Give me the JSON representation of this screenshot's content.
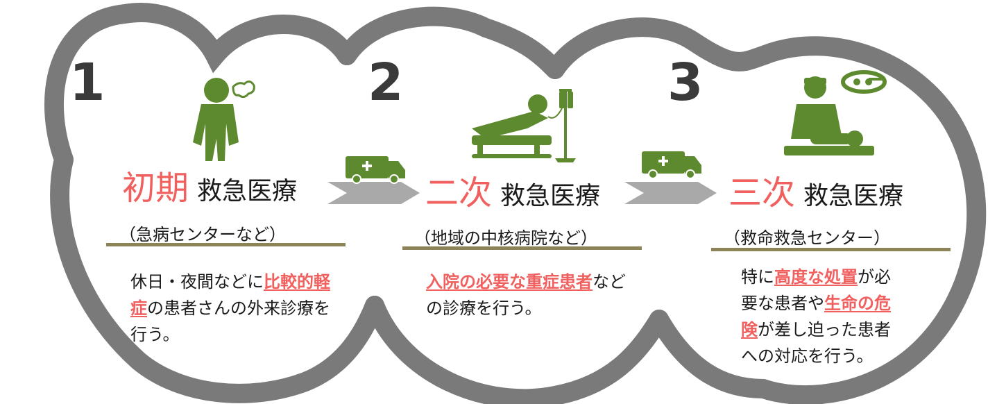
{
  "stages": [
    {
      "number": "1",
      "title_lead": "初期",
      "title_rest": "救急医療",
      "subtitle": "（急病センターなど）",
      "desc": [
        {
          "text": "休日・夜間などに"
        },
        {
          "text": "比較的軽症",
          "hl": true
        },
        {
          "text": "の患者さんの外来診療を行う。"
        }
      ],
      "icon": "person-unwell-icon"
    },
    {
      "number": "2",
      "title_lead": "二次",
      "title_rest": "救急医療",
      "subtitle": "（地域の中核病院など）",
      "desc": [
        {
          "text": "入院の必要な重症患者",
          "hl": true
        },
        {
          "text": "などの診療を行う。"
        }
      ],
      "icon": "hospital-bed-iv-icon"
    },
    {
      "number": "3",
      "title_lead": "三次",
      "title_rest": "救急医療",
      "subtitle": "（救命救急センター）",
      "desc": [
        {
          "text": "特に"
        },
        {
          "text": "高度な処置",
          "hl": true
        },
        {
          "text": "が必要な患者や"
        },
        {
          "text": "生命の危険",
          "hl": true
        },
        {
          "text": "が差し迫った患者への対応を行う。"
        }
      ],
      "icon": "surgery-icon"
    }
  ],
  "transitions": [
    {
      "icon": "ambulance-icon"
    },
    {
      "icon": "ambulance-icon"
    }
  ],
  "colors": {
    "accent_red": "#f0605f",
    "icon_green": "#5d8a2f",
    "cloud_gray": "#7a7a7a",
    "rule_olive": "#8c8358",
    "arrow_gray": "#a9a9a9"
  }
}
